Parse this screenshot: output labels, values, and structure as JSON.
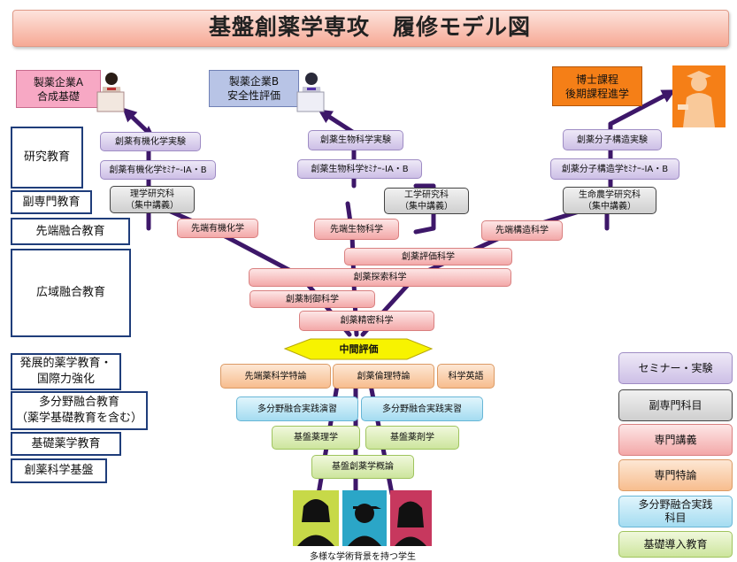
{
  "title": "基盤創薬学専攻　履修モデル図",
  "destinations": {
    "pharma_a": "製薬企業A\n合成基礎",
    "pharma_b": "製薬企業B\n安全性評価",
    "doctoral": "博士課程\n後期課程進学"
  },
  "left_categories": {
    "research": "研究教育",
    "sub_major": "副専門教育",
    "advanced_fusion": "先端融合教育",
    "broad_fusion": "広域融合教育",
    "developmental": "発展的薬学教育・\n国際力強化",
    "multidisciplinary": "多分野融合教育\n（薬学基礎教育を含む）",
    "basic_pharma": "基礎薬学教育",
    "drug_science_basis": "創薬科学基盤"
  },
  "courses": {
    "org_exp": "創薬有機化学実験",
    "org_sem": "創薬有機化学ｾﾐﾅｰ-IA・B",
    "sci_grad": "理学研究科\n（集中講義）",
    "adv_org": "先端有機化学",
    "bio_exp": "創薬生物科学実験",
    "bio_sem": "創薬生物科学ｾﾐﾅｰ-IA・B",
    "eng_grad": "工学研究科\n（集中講義）",
    "adv_bio": "先端生物科学",
    "mol_exp": "創薬分子構造実験",
    "mol_sem": "創薬分子構造学ｾﾐﾅｰ-IA・B",
    "life_grad": "生命農学研究科\n（集中講義）",
    "adv_struct": "先端構造科学",
    "eval": "創薬評価科学",
    "explore": "創薬探索科学",
    "control": "創薬制御科学",
    "precision": "創薬精密科学",
    "midterm": "中間評価",
    "adv_pharma_topics": "先端薬科学特論",
    "ethics_topics": "創薬倫理特論",
    "sci_english": "科学英語",
    "multi_seminar": "多分野融合実践演習",
    "multi_practice": "多分野融合実践実習",
    "basic_pharm_sci": "基盤薬理学",
    "basic_pharmaceutics": "基盤薬剤学",
    "overview": "基盤創薬学概論"
  },
  "students_caption": "多様な学術背景を持つ学生",
  "legend": [
    {
      "label": "セミナー・実験",
      "style": "lav"
    },
    {
      "label": "副専門科目",
      "style": "gry"
    },
    {
      "label": "専門講義",
      "style": "pnk"
    },
    {
      "label": "専門特論",
      "style": "org"
    },
    {
      "label": "多分野融合実践\n科目",
      "style": "blu"
    },
    {
      "label": "基礎導入教育",
      "style": "grn"
    }
  ],
  "colors": {
    "path": "#3d1769",
    "dest_pink": "#f7a8c4",
    "dest_blue": "#b8c4e6",
    "dest_orange": "#f57f17",
    "box_border": "#1f3d7a",
    "midterm_fill": "#f7f300"
  }
}
